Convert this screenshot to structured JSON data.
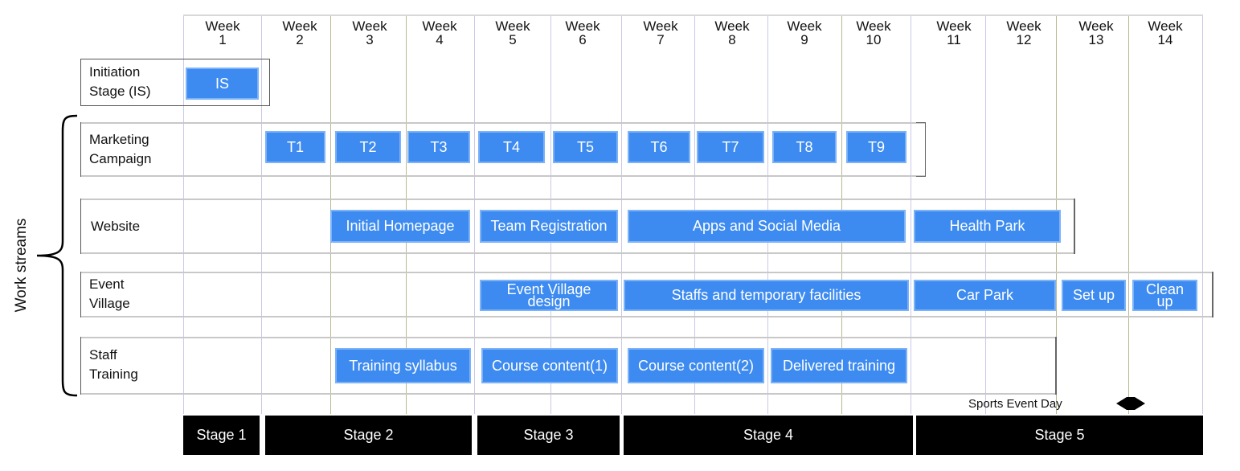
{
  "weeks": [
    {
      "top": "Week",
      "num": "1"
    },
    {
      "top": "Week",
      "num": "2"
    },
    {
      "top": "Week",
      "num": "3"
    },
    {
      "top": "Week",
      "num": "4"
    },
    {
      "top": "Week",
      "num": "5"
    },
    {
      "top": "Week",
      "num": "6"
    },
    {
      "top": "Week",
      "num": "7"
    },
    {
      "top": "Week",
      "num": "8"
    },
    {
      "top": "Week",
      "num": "9"
    },
    {
      "top": "Week",
      "num": "10"
    },
    {
      "top": "Week",
      "num": "11"
    },
    {
      "top": "Week",
      "num": "12"
    },
    {
      "top": "Week",
      "num": "13"
    },
    {
      "top": "Week",
      "num": "14"
    }
  ],
  "side_label": "Work streams",
  "workstreams": {
    "initiation": "Initiation\nStage (IS)",
    "marketing": "Marketing\nCampaign",
    "website": "Website",
    "event_village": "Event\nVillage",
    "staff_training": "Staff\nTraining"
  },
  "tasks": {
    "is": "IS",
    "t1": "T1",
    "t2": "T2",
    "t3": "T3",
    "t4": "T4",
    "t5": "T5",
    "t6": "T6",
    "t7": "T7",
    "t8": "T8",
    "t9": "T9",
    "initial_homepage": "Initial Homepage",
    "team_registration": "Team Registration",
    "apps_social": "Apps and Social Media",
    "health_park": "Health Park",
    "ev_design": "Event Village\ndesign",
    "staffs_facilities": "Staffs and temporary facilities",
    "car_park": "Car Park",
    "set_up": "Set up",
    "clean_up": "Clean\nup",
    "training_syllabus": "Training syllabus",
    "course_content_1": "Course content(1)",
    "course_content_2": "Course content(2)",
    "delivered_training": "Delivered training"
  },
  "milestone_label": "Sports Event Day",
  "stages": [
    "Stage 1",
    "Stage 2",
    "Stage 3",
    "Stage 4",
    "Stage 5"
  ],
  "colors": {
    "task_bar": "#3d8bf0",
    "stage_bar": "#000000"
  }
}
